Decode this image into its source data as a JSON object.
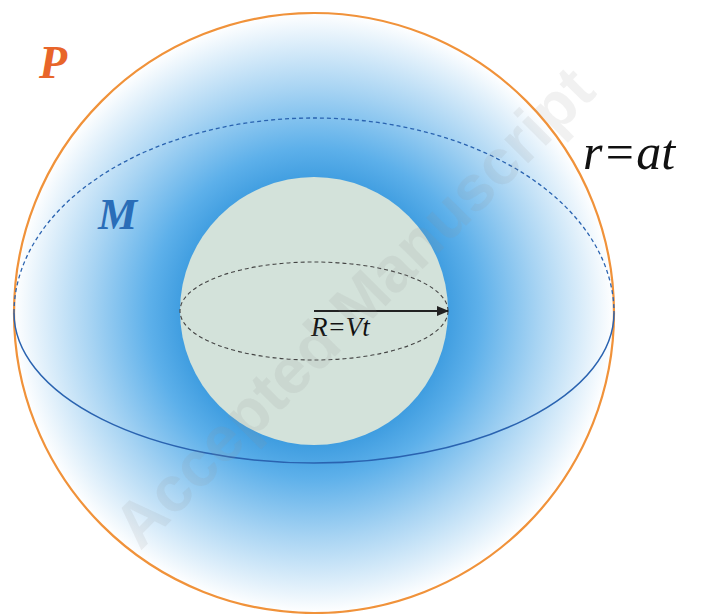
{
  "diagram": {
    "nodes": [
      {
        "text": [
          "P",
          "r=at"
        ]
      },
      {
        "text": [
          "R=Vt"
        ],
        "in": 0
      }
    ],
    "labels": [
      "M",
      "Accepted Manuscript"
    ]
  }
}
